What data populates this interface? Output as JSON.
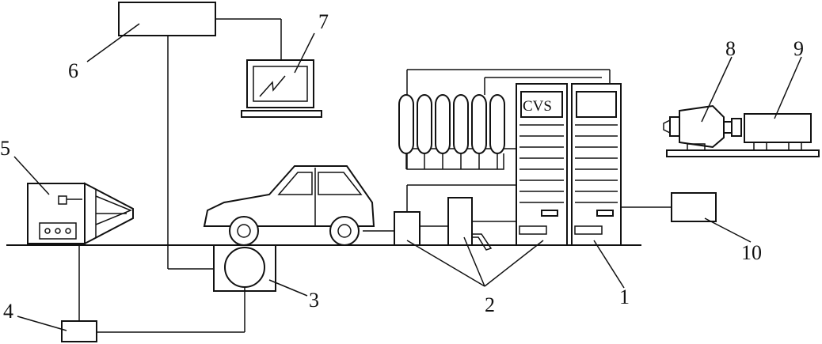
{
  "diagram": {
    "callouts": [
      "1",
      "2",
      "3",
      "4",
      "5",
      "6",
      "7",
      "8",
      "9",
      "10"
    ],
    "cvs_text": "CVS"
  }
}
